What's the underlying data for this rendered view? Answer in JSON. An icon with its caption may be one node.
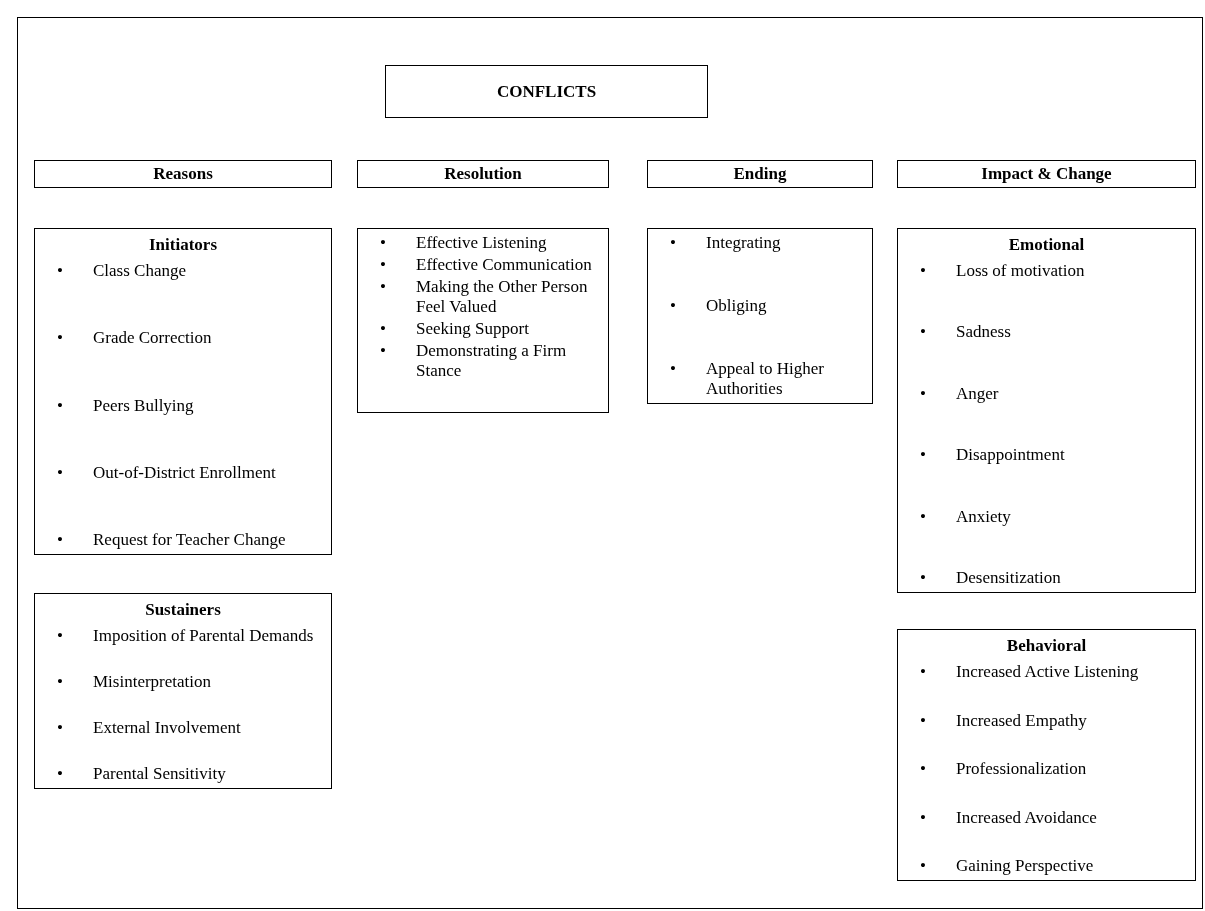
{
  "diagram": {
    "nodes": [
      {
        "text": [
          "CONFLICTS"
        ]
      },
      {
        "text": [
          "Reasons"
        ]
      },
      {
        "text": [
          "Resolution"
        ]
      },
      {
        "text": [
          "Ending"
        ]
      },
      {
        "text": [
          "Impact & Change"
        ]
      },
      {
        "text": [
          "Initiators",
          "• Class Change",
          "• Grade Correction",
          "• Peers Bullying",
          "• Out-of-District Enrollment",
          "• Request for Teacher Change"
        ]
      },
      {
        "text": [
          "• Effective Listening",
          "• Effective Communication",
          "• Making the Other Person Feel Valued",
          "• Seeking Support",
          "• Demonstrating a Firm Stance"
        ]
      },
      {
        "text": [
          "• Integrating",
          "• Obliging",
          "• Appeal to Higher Authorities"
        ]
      },
      {
        "text": [
          "Emotional",
          "• Loss of motivation",
          "• Sadness",
          "• Anger",
          "• Disappointment",
          "• Anxiety",
          "• Desensitization"
        ]
      },
      {
        "text": [
          "Sustainers",
          "• Imposition of Parental Demands",
          "• Misinterpretation",
          "• External Involvement",
          "• Parental Sensitivity"
        ]
      },
      {
        "text": [
          "Behavioral",
          "• Increased Active Listening",
          "• Increased Empathy",
          "• Professionalization",
          "• Increased Avoidance",
          "• Gaining Perspective"
        ]
      }
    ],
    "edges": []
  }
}
